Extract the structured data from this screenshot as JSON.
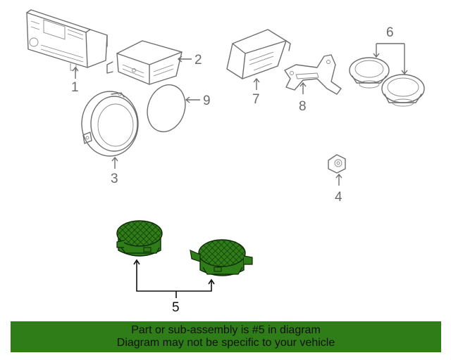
{
  "callouts": {
    "c1": "1",
    "c2": "2",
    "c3": "3",
    "c4": "4",
    "c5": "5",
    "c6": "6",
    "c7": "7",
    "c8": "8",
    "c9": "9"
  },
  "highlight_color": "#2f7d18",
  "footer": {
    "line1": "Part or sub-assembly is #5 in diagram",
    "line2": "Diagram may not be specific to your vehicle"
  }
}
